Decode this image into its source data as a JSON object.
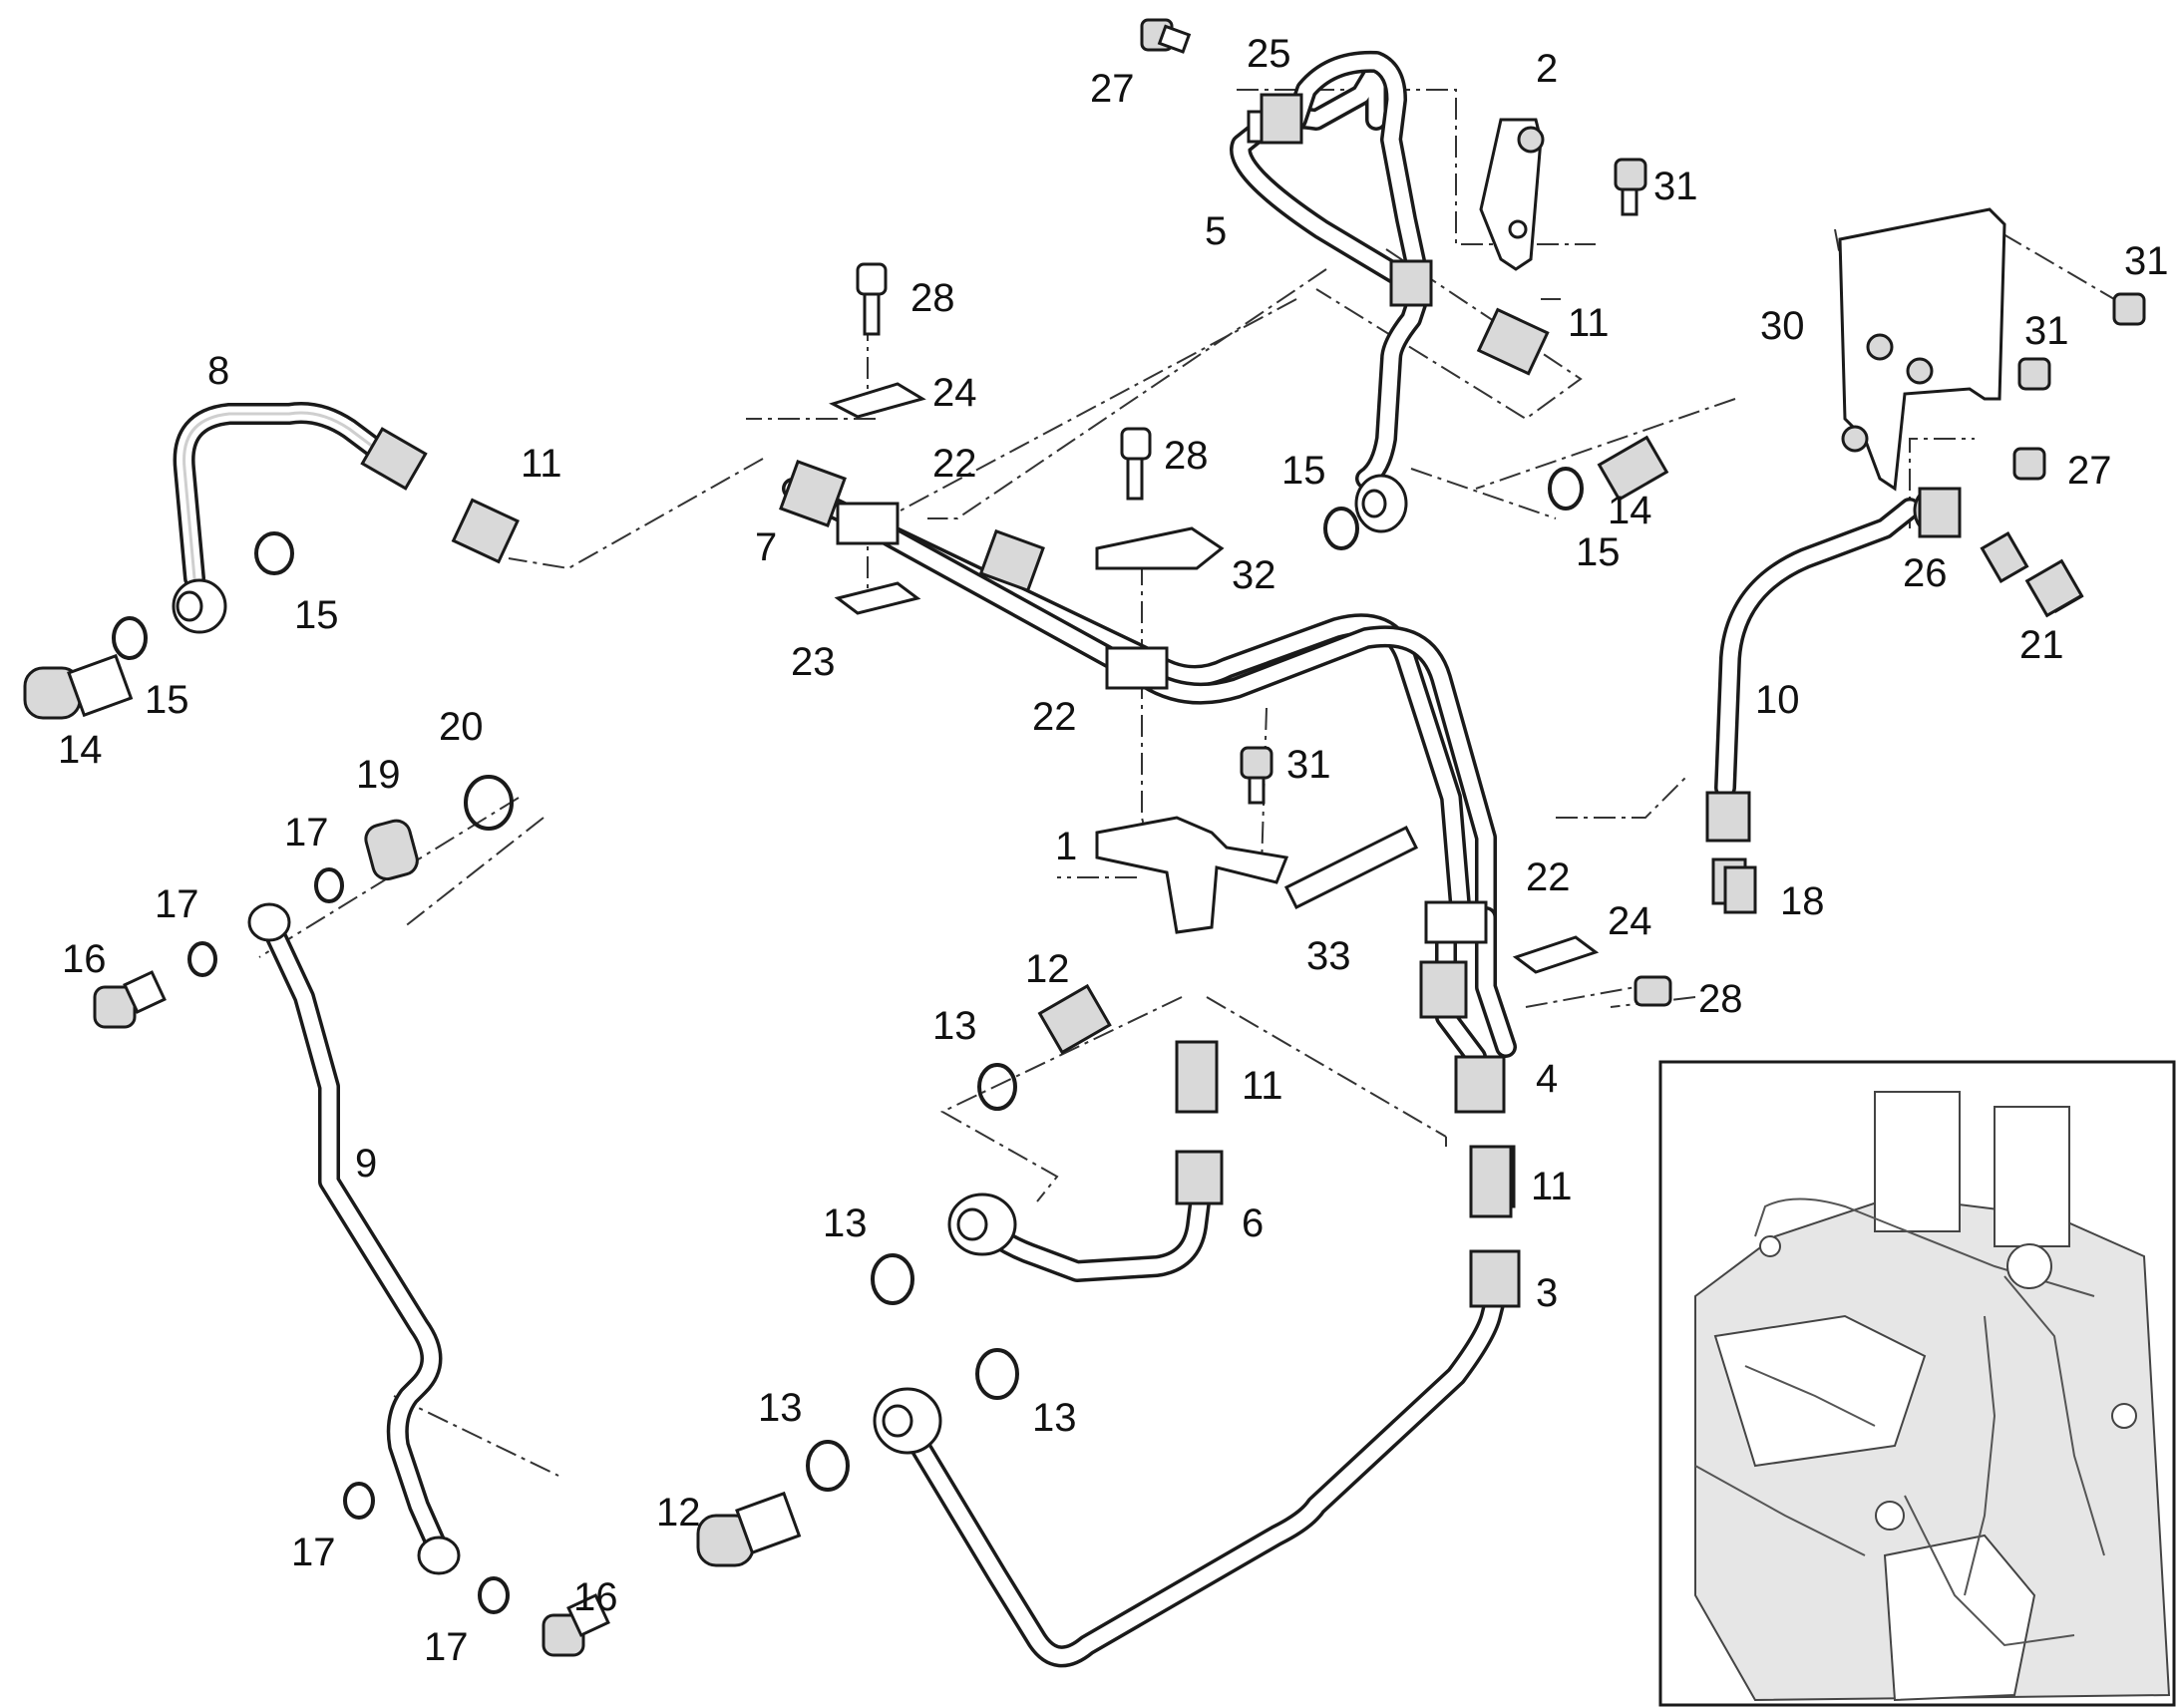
{
  "diagram": {
    "callouts": [
      {
        "label": "1"
      },
      {
        "label": "2"
      },
      {
        "label": "3"
      },
      {
        "label": "4"
      },
      {
        "label": "5"
      },
      {
        "label": "6"
      },
      {
        "label": "7"
      },
      {
        "label": "8"
      },
      {
        "label": "9"
      },
      {
        "label": "10"
      },
      {
        "label": "11"
      },
      {
        "label": "11"
      },
      {
        "label": "11"
      },
      {
        "label": "11"
      },
      {
        "label": "12"
      },
      {
        "label": "12"
      },
      {
        "label": "13"
      },
      {
        "label": "13"
      },
      {
        "label": "13"
      },
      {
        "label": "13"
      },
      {
        "label": "14"
      },
      {
        "label": "14"
      },
      {
        "label": "15"
      },
      {
        "label": "15"
      },
      {
        "label": "15"
      },
      {
        "label": "15"
      },
      {
        "label": "16"
      },
      {
        "label": "16"
      },
      {
        "label": "17"
      },
      {
        "label": "17"
      },
      {
        "label": "17"
      },
      {
        "label": "17"
      },
      {
        "label": "18"
      },
      {
        "label": "19"
      },
      {
        "label": "20"
      },
      {
        "label": "21"
      },
      {
        "label": "22"
      },
      {
        "label": "22"
      },
      {
        "label": "22"
      },
      {
        "label": "23"
      },
      {
        "label": "24"
      },
      {
        "label": "24"
      },
      {
        "label": "25"
      },
      {
        "label": "26"
      },
      {
        "label": "27"
      },
      {
        "label": "27"
      },
      {
        "label": "28"
      },
      {
        "label": "28"
      },
      {
        "label": "28"
      },
      {
        "label": "30"
      },
      {
        "label": "31"
      },
      {
        "label": "31"
      },
      {
        "label": "31"
      },
      {
        "label": "31"
      },
      {
        "label": "32"
      },
      {
        "label": "33"
      }
    ]
  }
}
